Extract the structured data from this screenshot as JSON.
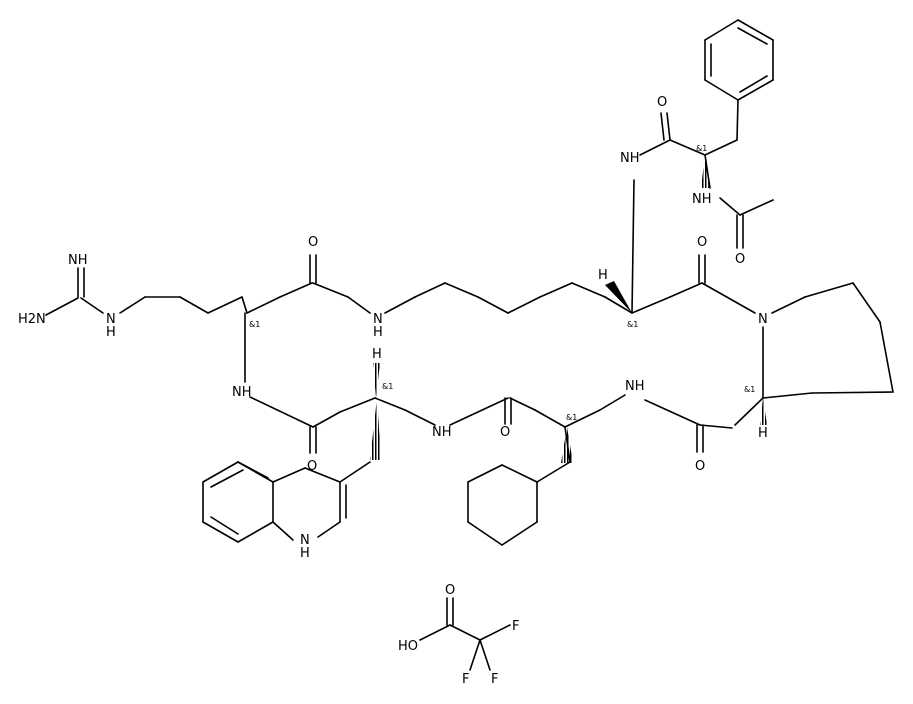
{
  "structure": {
    "stereo_label": "&1",
    "atoms": {
      "guanidine_imine": "NH",
      "guanidine_amine": "H2N",
      "guanidine_nh": "N",
      "guanidine_h": "H",
      "arg_carbonyl_o": "O",
      "amide_nh_top": "N",
      "amide_h_top": "H",
      "arg_alpha_nh": "NH",
      "trp_carbonyl_o": "O",
      "trp_alpha_h": "H",
      "trp_nh": "NH",
      "indole_nh": "N",
      "indole_h": "H",
      "cha_carbonyl_o": "O",
      "cha_nh": "NH",
      "pro_carbonyl_o": "O",
      "pro_alpha_h": "H",
      "pro_n": "N",
      "lys_carbonyl_o": "O",
      "lys_alpha_h": "H",
      "lys_side_nh": "NH",
      "phe_carbonyl_o": "O",
      "phe_nh": "NH",
      "acetyl_o": "O"
    },
    "counterion": {
      "carbonyl_o": "O",
      "hydroxyl": "HO",
      "f1": "F",
      "f2": "F",
      "f3": "F"
    }
  }
}
